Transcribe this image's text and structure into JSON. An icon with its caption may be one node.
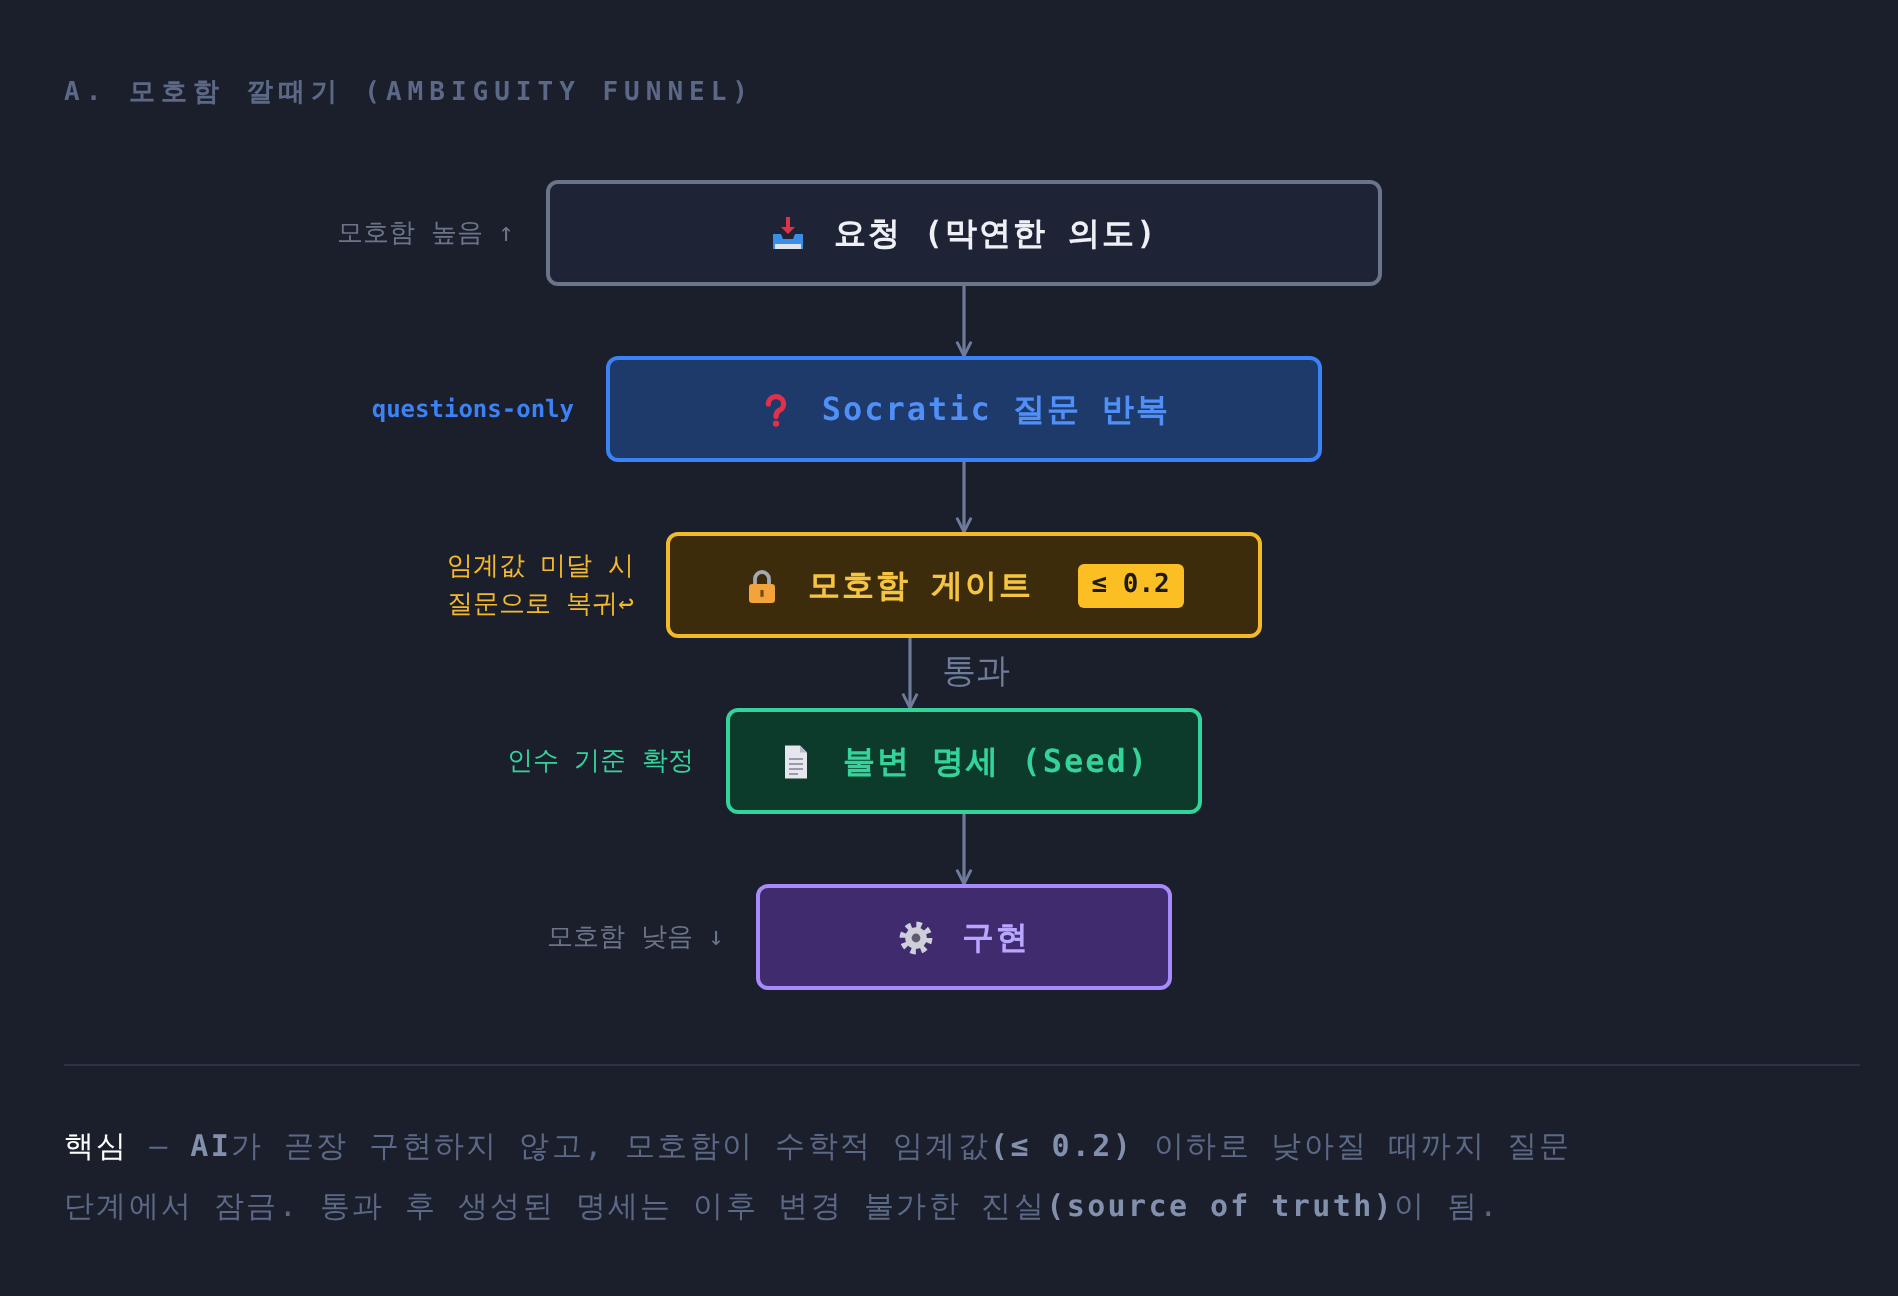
{
  "diagram": {
    "title": "A. 모호함 깔때기 (AMBIGUITY FUNNEL)",
    "nodes": [
      {
        "text": [
          "요청 (막연한 의도)"
        ],
        "beside": [
          "모호함 높음 ↑"
        ]
      },
      {
        "text": [
          "Socratic 질문 반복"
        ],
        "beside": [
          "questions-only"
        ]
      },
      {
        "text": [
          "모호함 게이트",
          "≤ 0.2"
        ],
        "beside": [
          "임계값 미달 시 질문으로 복귀↩"
        ]
      },
      {
        "text": [
          "불변 명세 (Seed)"
        ],
        "beside": [
          "인수 기준 확정"
        ]
      },
      {
        "text": [
          "구현"
        ],
        "beside": [
          "모호함 낮음 ↓"
        ]
      }
    ],
    "edges": [
      {
        "from": 0,
        "to": 1,
        "arrow": "to"
      },
      {
        "from": 1,
        "to": 2,
        "arrow": "to"
      },
      {
        "from": 2,
        "to": 3,
        "arrow": "to",
        "label": "통과"
      },
      {
        "from": 3,
        "to": 4,
        "arrow": "to"
      }
    ],
    "caption": "**핵심** — **AI**가 곧장 구현하지 않고, 모호함이 수학적 임계값**(≤ 0.2)** 이하로 낮아질 때까지 질문 단계에서 잠금. 통과 후 생성된 명세는 이후 변경 불가한 진실**(source of truth)**이 됨."
  }
}
